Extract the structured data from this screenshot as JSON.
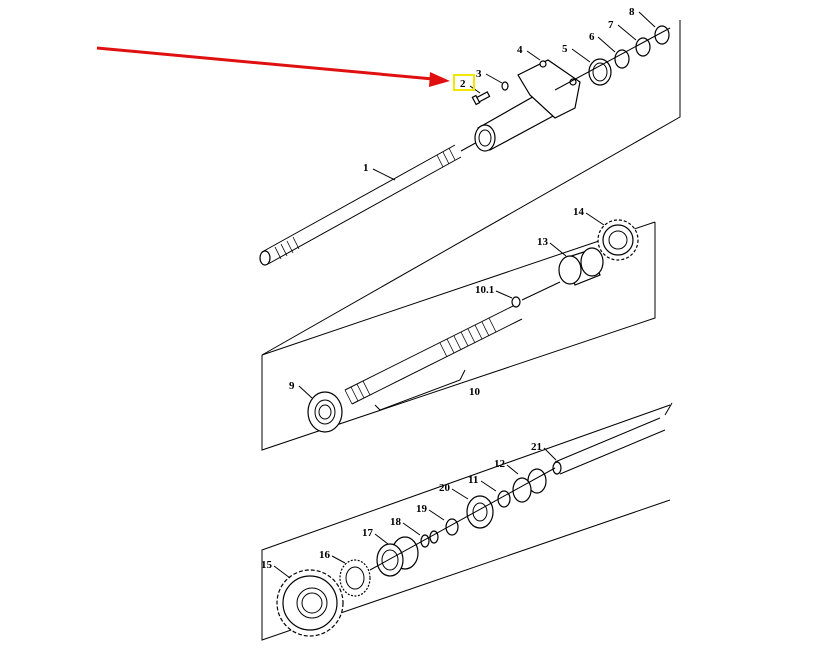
{
  "diagram": {
    "highlight_color": "#f2e600",
    "arrow_color": "#e01010",
    "highlighted_part": "2",
    "labels": {
      "p1": "1",
      "p2": "2",
      "p3": "3",
      "p4": "4",
      "p5": "5",
      "p6": "6",
      "p7": "7",
      "p8": "8",
      "p9": "9",
      "p10": "10",
      "p10_1": "10.1",
      "p11": "11",
      "p12": "12",
      "p13": "13",
      "p14": "14",
      "p15": "15",
      "p16": "16",
      "p17": "17",
      "p18": "18",
      "p19": "19",
      "p20": "20",
      "p21": "21"
    }
  }
}
